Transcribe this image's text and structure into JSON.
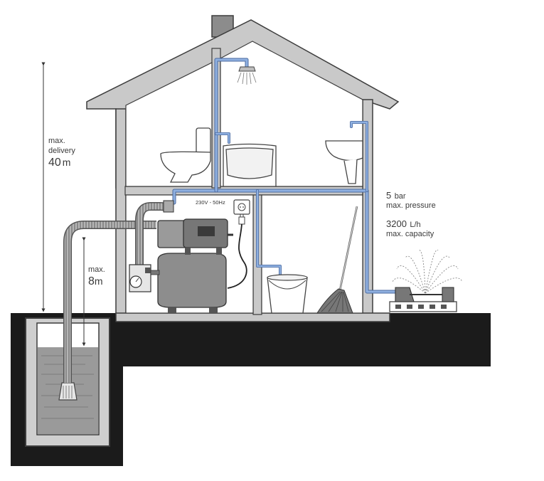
{
  "labels": {
    "delivery_max": "max.",
    "delivery_word": "delivery",
    "delivery_value": "40",
    "delivery_unit": "m",
    "suction_max": "max.",
    "suction_value": "8",
    "suction_unit": "m",
    "pressure_value": "5",
    "pressure_unit": "bar",
    "pressure_caption": "max. pressure",
    "capacity_value": "3200",
    "capacity_unit": "L/h",
    "capacity_caption": "max. capacity",
    "power_label": "230V - 50Hz"
  },
  "colors": {
    "wall": "#c9c9c9",
    "wall_outline": "#3c3c3c",
    "ground": "#1b1b1b",
    "pipe": "#7f9fd0",
    "pipe_outline": "#4b6aa0",
    "water": "#9a9a9a",
    "pump": "#8d8d8d"
  }
}
